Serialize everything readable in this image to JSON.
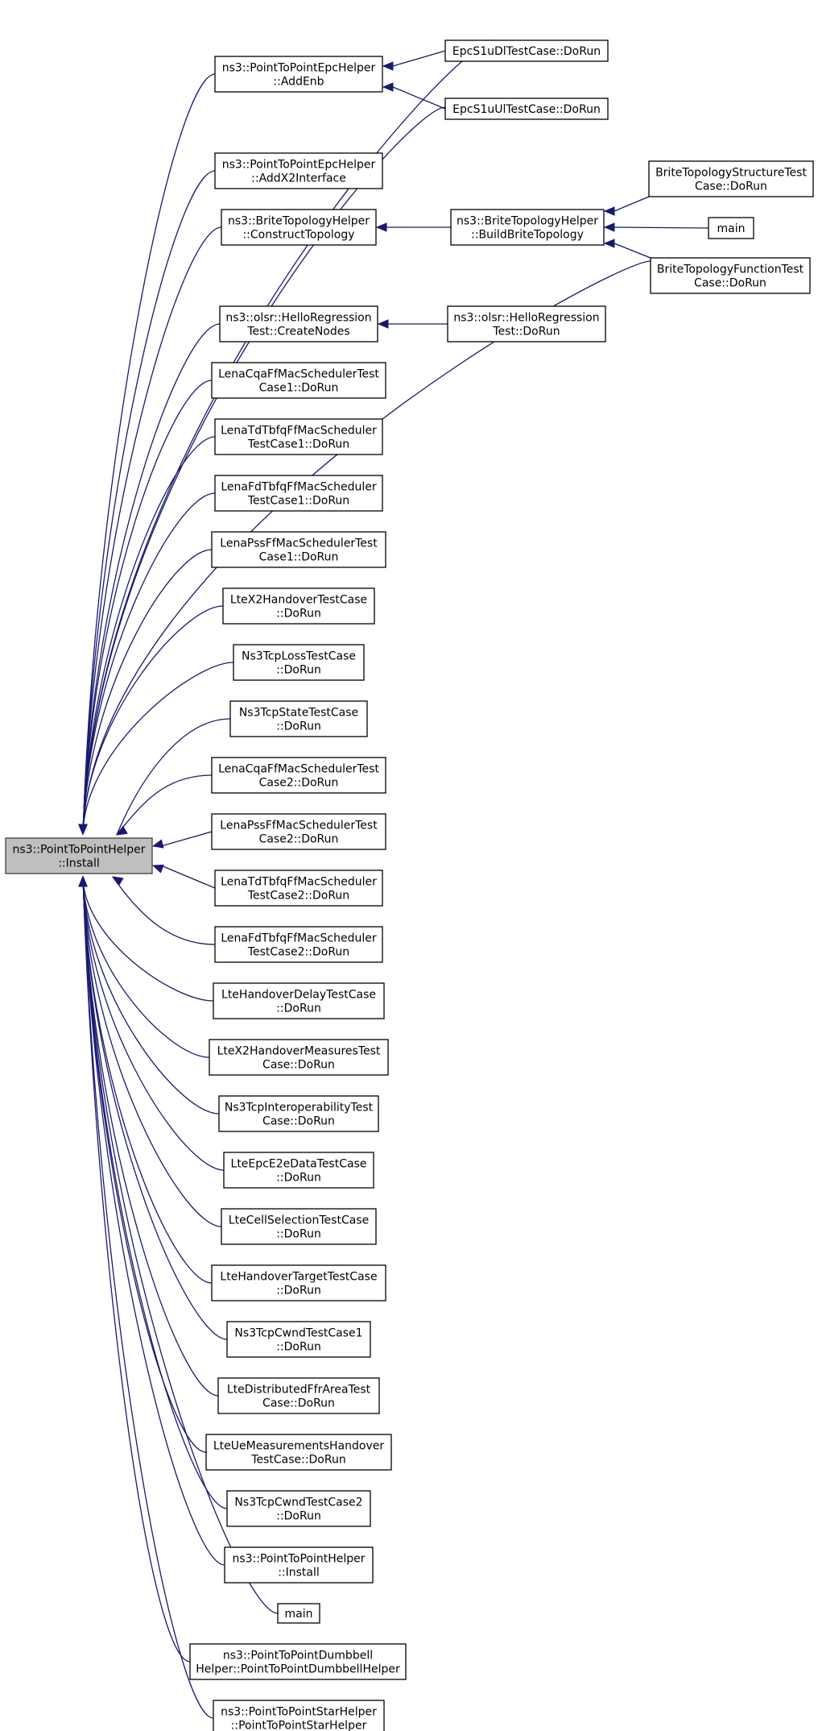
{
  "nodes": [
    {
      "id": "root",
      "lines": [
        "ns3::PointToPointHelper",
        "::Install"
      ],
      "root": true
    },
    {
      "id": "addenb",
      "lines": [
        "ns3::PointToPointEpcHelper",
        "::AddEnb"
      ]
    },
    {
      "id": "x2if",
      "lines": [
        "ns3::PointToPointEpcHelper",
        "::AddX2Interface"
      ]
    },
    {
      "id": "ctopo",
      "lines": [
        "ns3::BriteTopologyHelper",
        "::ConstructTopology"
      ]
    },
    {
      "id": "olsrcn",
      "lines": [
        "ns3::olsr::HelloRegression",
        "Test::CreateNodes"
      ]
    },
    {
      "id": "cqa1",
      "lines": [
        "LenaCqaFfMacSchedulerTest",
        "Case1::DoRun"
      ]
    },
    {
      "id": "td1",
      "lines": [
        "LenaTdTbfqFfMacScheduler",
        "TestCase1::DoRun"
      ]
    },
    {
      "id": "fd1",
      "lines": [
        "LenaFdTbfqFfMacScheduler",
        "TestCase1::DoRun"
      ]
    },
    {
      "id": "pss1",
      "lines": [
        "LenaPssFfMacSchedulerTest",
        "Case1::DoRun"
      ]
    },
    {
      "id": "x2ho",
      "lines": [
        "LteX2HandoverTestCase",
        "::DoRun"
      ]
    },
    {
      "id": "tcploss",
      "lines": [
        "Ns3TcpLossTestCase",
        "::DoRun"
      ]
    },
    {
      "id": "tcpstate",
      "lines": [
        "Ns3TcpStateTestCase",
        "::DoRun"
      ]
    },
    {
      "id": "cqa2",
      "lines": [
        "LenaCqaFfMacSchedulerTest",
        "Case2::DoRun"
      ]
    },
    {
      "id": "pss2",
      "lines": [
        "LenaPssFfMacSchedulerTest",
        "Case2::DoRun"
      ]
    },
    {
      "id": "td2",
      "lines": [
        "LenaTdTbfqFfMacScheduler",
        "TestCase2::DoRun"
      ]
    },
    {
      "id": "fd2",
      "lines": [
        "LenaFdTbfqFfMacScheduler",
        "TestCase2::DoRun"
      ]
    },
    {
      "id": "hodelay",
      "lines": [
        "LteHandoverDelayTestCase",
        "::DoRun"
      ]
    },
    {
      "id": "x2meas",
      "lines": [
        "LteX2HandoverMeasuresTest",
        "Case::DoRun"
      ]
    },
    {
      "id": "tcpinterop",
      "lines": [
        "Ns3TcpInteroperabilityTest",
        "Case::DoRun"
      ]
    },
    {
      "id": "e2e",
      "lines": [
        "LteEpcE2eDataTestCase",
        "::DoRun"
      ]
    },
    {
      "id": "cellsel",
      "lines": [
        "LteCellSelectionTestCase",
        "::DoRun"
      ]
    },
    {
      "id": "hotarget",
      "lines": [
        "LteHandoverTargetTestCase",
        "::DoRun"
      ]
    },
    {
      "id": "cwnd1",
      "lines": [
        "Ns3TcpCwndTestCase1",
        "::DoRun"
      ]
    },
    {
      "id": "ffr",
      "lines": [
        "LteDistributedFfrAreaTest",
        "Case::DoRun"
      ]
    },
    {
      "id": "uemeas",
      "lines": [
        "LteUeMeasurementsHandover",
        "TestCase::DoRun"
      ]
    },
    {
      "id": "cwnd2",
      "lines": [
        "Ns3TcpCwndTestCase2",
        "::DoRun"
      ]
    },
    {
      "id": "p2pinst",
      "lines": [
        "ns3::PointToPointHelper",
        "::Install"
      ]
    },
    {
      "id": "main1",
      "lines": [
        "main"
      ]
    },
    {
      "id": "dumbbell",
      "lines": [
        "ns3::PointToPointDumbbell",
        "Helper::PointToPointDumbbellHelper"
      ]
    },
    {
      "id": "star",
      "lines": [
        "ns3::PointToPointStarHelper",
        "::PointToPointStarHelper"
      ]
    },
    {
      "id": "dl",
      "lines": [
        "EpcS1uDlTestCase::DoRun"
      ]
    },
    {
      "id": "ul",
      "lines": [
        "EpcS1uUlTestCase::DoRun"
      ]
    },
    {
      "id": "build",
      "lines": [
        "ns3::BriteTopologyHelper",
        "::BuildBriteTopology"
      ]
    },
    {
      "id": "olsrrun",
      "lines": [
        "ns3::olsr::HelloRegression",
        "Test::DoRun"
      ]
    },
    {
      "id": "bstruct",
      "lines": [
        "BriteTopologyStructureTest",
        "Case::DoRun"
      ]
    },
    {
      "id": "main2",
      "lines": [
        "main"
      ]
    },
    {
      "id": "bfunc",
      "lines": [
        "BriteTopologyFunctionTest",
        "Case::DoRun"
      ]
    }
  ],
  "edges": [
    [
      "dl",
      "root"
    ],
    [
      "ul",
      "root"
    ],
    [
      "bfunc",
      "root"
    ],
    [
      "addenb",
      "root"
    ],
    [
      "x2if",
      "root"
    ],
    [
      "ctopo",
      "root"
    ],
    [
      "olsrcn",
      "root"
    ],
    [
      "cqa1",
      "root"
    ],
    [
      "td1",
      "root"
    ],
    [
      "fd1",
      "root"
    ],
    [
      "pss1",
      "root"
    ],
    [
      "x2ho",
      "root"
    ],
    [
      "tcploss",
      "root"
    ],
    [
      "tcpstate",
      "root"
    ],
    [
      "cqa2",
      "root"
    ],
    [
      "pss2",
      "root"
    ],
    [
      "td2",
      "root"
    ],
    [
      "fd2",
      "root"
    ],
    [
      "hodelay",
      "root"
    ],
    [
      "x2meas",
      "root"
    ],
    [
      "tcpinterop",
      "root"
    ],
    [
      "e2e",
      "root"
    ],
    [
      "cellsel",
      "root"
    ],
    [
      "hotarget",
      "root"
    ],
    [
      "cwnd1",
      "root"
    ],
    [
      "ffr",
      "root"
    ],
    [
      "uemeas",
      "root"
    ],
    [
      "cwnd2",
      "root"
    ],
    [
      "p2pinst",
      "root"
    ],
    [
      "main1",
      "root"
    ],
    [
      "dumbbell",
      "root"
    ],
    [
      "star",
      "root"
    ],
    [
      "dl",
      "addenb"
    ],
    [
      "ul",
      "addenb"
    ],
    [
      "build",
      "ctopo"
    ],
    [
      "olsrrun",
      "olsrcn"
    ],
    [
      "bstruct",
      "build"
    ],
    [
      "main2",
      "build"
    ],
    [
      "bfunc",
      "build"
    ]
  ]
}
